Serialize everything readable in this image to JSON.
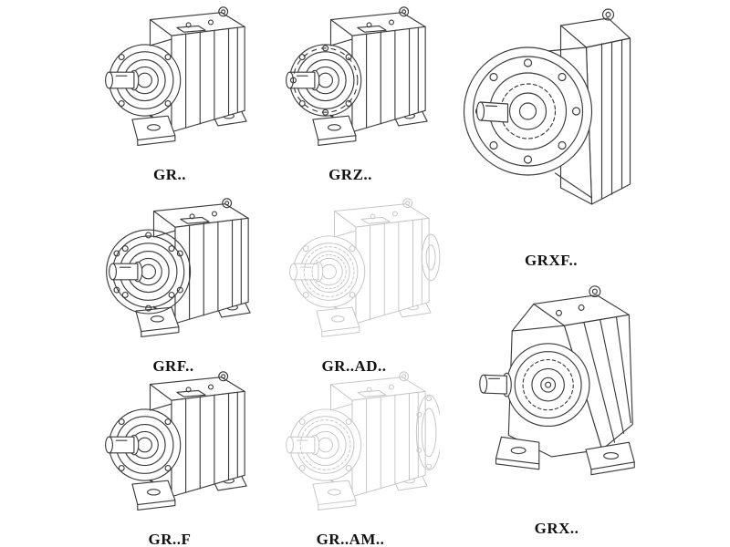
{
  "page": {
    "background": "#ffffff"
  },
  "colors": {
    "line": "#3a3a3a",
    "faded_line": "#c6c6c6",
    "label": "#111111",
    "page_bg": "#ffffff"
  },
  "figures": [
    {
      "label": "GR.."
    },
    {
      "label": "GRZ.."
    },
    {
      "label": "GRXF.."
    },
    {
      "label": "GRF.."
    },
    {
      "label": "GR..AD.."
    },
    {
      "label": "GR..F"
    },
    {
      "label": "GR..AM.."
    },
    {
      "label": "GRX.."
    }
  ]
}
